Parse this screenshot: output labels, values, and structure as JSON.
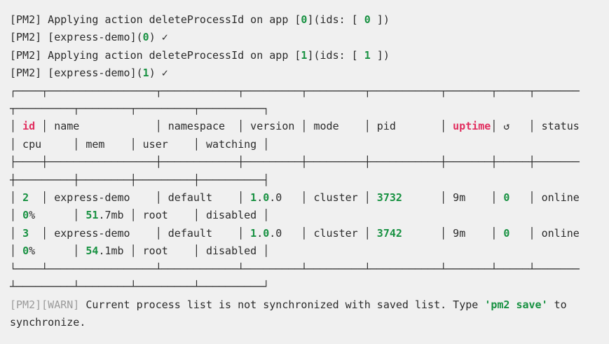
{
  "terminal": {
    "bg_color": "#f0f0f0",
    "colors": {
      "default_text": "#2b2b2b",
      "green_accent": "#179141",
      "red_accent": "#e12d5e",
      "warn_gray": "#9b9b9b"
    },
    "table": {
      "headers": [
        "id",
        "name",
        "namespace",
        "version",
        "mode",
        "pid",
        "uptime",
        "↺",
        "status",
        "cpu",
        "mem",
        "user",
        "watching"
      ],
      "rows": [
        {
          "id": "2",
          "name": "express-demo",
          "namespace": "default",
          "version": "1.0.0",
          "mode": "cluster",
          "pid": "3732",
          "uptime": "9m",
          "restarts": "0",
          "status": "online",
          "cpu": "0%",
          "mem": "51.7mb",
          "user": "root",
          "watching": "disabled"
        },
        {
          "id": "3",
          "name": "express-demo",
          "namespace": "default",
          "version": "1.0.0",
          "mode": "cluster",
          "pid": "3742",
          "uptime": "9m",
          "restarts": "0",
          "status": "online",
          "cpu": "0%",
          "mem": "54.1mb",
          "user": "root",
          "watching": "disabled"
        }
      ]
    },
    "lines": [
      [
        {
          "t": "[PM2] Applying action deleteProcessId on app [",
          "c": "d"
        },
        {
          "t": "0",
          "c": "g"
        },
        {
          "t": "](ids: [ ",
          "c": "d"
        },
        {
          "t": "0",
          "c": "g"
        },
        {
          "t": " ])",
          "c": "d"
        }
      ],
      [
        {
          "t": "[PM2] [express-demo](",
          "c": "d"
        },
        {
          "t": "0",
          "c": "g"
        },
        {
          "t": ") ",
          "c": "d"
        },
        {
          "t": "✓",
          "c": "d",
          "n": "check-icon"
        }
      ],
      [
        {
          "t": "[PM2] Applying action deleteProcessId on app [",
          "c": "d"
        },
        {
          "t": "1",
          "c": "g"
        },
        {
          "t": "](ids: [ ",
          "c": "d"
        },
        {
          "t": "1",
          "c": "g"
        },
        {
          "t": " ])",
          "c": "d"
        }
      ],
      [
        {
          "t": "[PM2] [express-demo](",
          "c": "d"
        },
        {
          "t": "1",
          "c": "g"
        },
        {
          "t": ") ",
          "c": "d"
        },
        {
          "t": "✓",
          "c": "d",
          "n": "check-icon"
        }
      ],
      [
        {
          "t": "┌────┬─────────────────┬────────────┬─────────┬─────────┬───────────┬───────┬─────┬───────",
          "c": "d"
        }
      ],
      [
        {
          "t": "┬─────────┬────────┬─────────┬──────────┐",
          "c": "d"
        }
      ],
      [
        {
          "t": "│ ",
          "c": "d"
        },
        {
          "t": "id",
          "c": "r"
        },
        {
          "t": " │ name            │ namespace  │ version │ mode    │ pid       │ ",
          "c": "d"
        },
        {
          "t": "uptime",
          "c": "r"
        },
        {
          "t": "│ ",
          "c": "d"
        },
        {
          "t": "↺",
          "c": "d",
          "n": "restart-icon"
        },
        {
          "t": "   │ status",
          "c": "d"
        }
      ],
      [
        {
          "t": "│ cpu     │ mem    │ user    │ watching │",
          "c": "d"
        }
      ],
      [
        {
          "t": "├────┼─────────────────┼────────────┼─────────┼─────────┼───────────┼───────┼─────┼───────",
          "c": "d"
        }
      ],
      [
        {
          "t": "┼─────────┼────────┼─────────┼──────────┤",
          "c": "d"
        }
      ],
      [
        {
          "t": "│ ",
          "c": "d"
        },
        {
          "t": "2",
          "c": "g"
        },
        {
          "t": "  │ express-demo    │ default    │ ",
          "c": "d"
        },
        {
          "t": "1",
          "c": "g"
        },
        {
          "t": ".",
          "c": "d"
        },
        {
          "t": "0",
          "c": "g"
        },
        {
          "t": ".0",
          "c": "d"
        },
        {
          "t": "   │ cluster │ ",
          "c": "d"
        },
        {
          "t": "3732",
          "c": "g"
        },
        {
          "t": "      │ 9m    │ ",
          "c": "d"
        },
        {
          "t": "0",
          "c": "g"
        },
        {
          "t": "   │ online",
          "c": "d"
        }
      ],
      [
        {
          "t": "│ ",
          "c": "d"
        },
        {
          "t": "0",
          "c": "g"
        },
        {
          "t": "%      │ ",
          "c": "d"
        },
        {
          "t": "51",
          "c": "g"
        },
        {
          "t": ".7mb │ root    │ disabled │",
          "c": "d"
        }
      ],
      [
        {
          "t": "│ ",
          "c": "d"
        },
        {
          "t": "3",
          "c": "g"
        },
        {
          "t": "  │ express-demo    │ default    │ ",
          "c": "d"
        },
        {
          "t": "1",
          "c": "g"
        },
        {
          "t": ".",
          "c": "d"
        },
        {
          "t": "0",
          "c": "g"
        },
        {
          "t": ".0",
          "c": "d"
        },
        {
          "t": "   │ cluster │ ",
          "c": "d"
        },
        {
          "t": "3742",
          "c": "g"
        },
        {
          "t": "      │ 9m    │ ",
          "c": "d"
        },
        {
          "t": "0",
          "c": "g"
        },
        {
          "t": "   │ online",
          "c": "d"
        }
      ],
      [
        {
          "t": "│ ",
          "c": "d"
        },
        {
          "t": "0",
          "c": "g"
        },
        {
          "t": "%      │ ",
          "c": "d"
        },
        {
          "t": "54",
          "c": "g"
        },
        {
          "t": ".1mb │ root    │ disabled │",
          "c": "d"
        }
      ],
      [
        {
          "t": "└────┴─────────────────┴────────────┴─────────┴─────────┴───────────┴───────┴─────┴───────",
          "c": "d"
        }
      ],
      [
        {
          "t": "┴─────────┴────────┴─────────┴──────────┘",
          "c": "d"
        }
      ],
      [
        {
          "t": "[PM2][WARN]",
          "c": "w"
        },
        {
          "t": " Current process list is not synchronized with saved list. Type ",
          "c": "d"
        },
        {
          "t": "'pm2 save'",
          "c": "g"
        },
        {
          "t": " to",
          "c": "d"
        }
      ],
      [
        {
          "t": "synchronize.",
          "c": "d"
        }
      ]
    ]
  }
}
